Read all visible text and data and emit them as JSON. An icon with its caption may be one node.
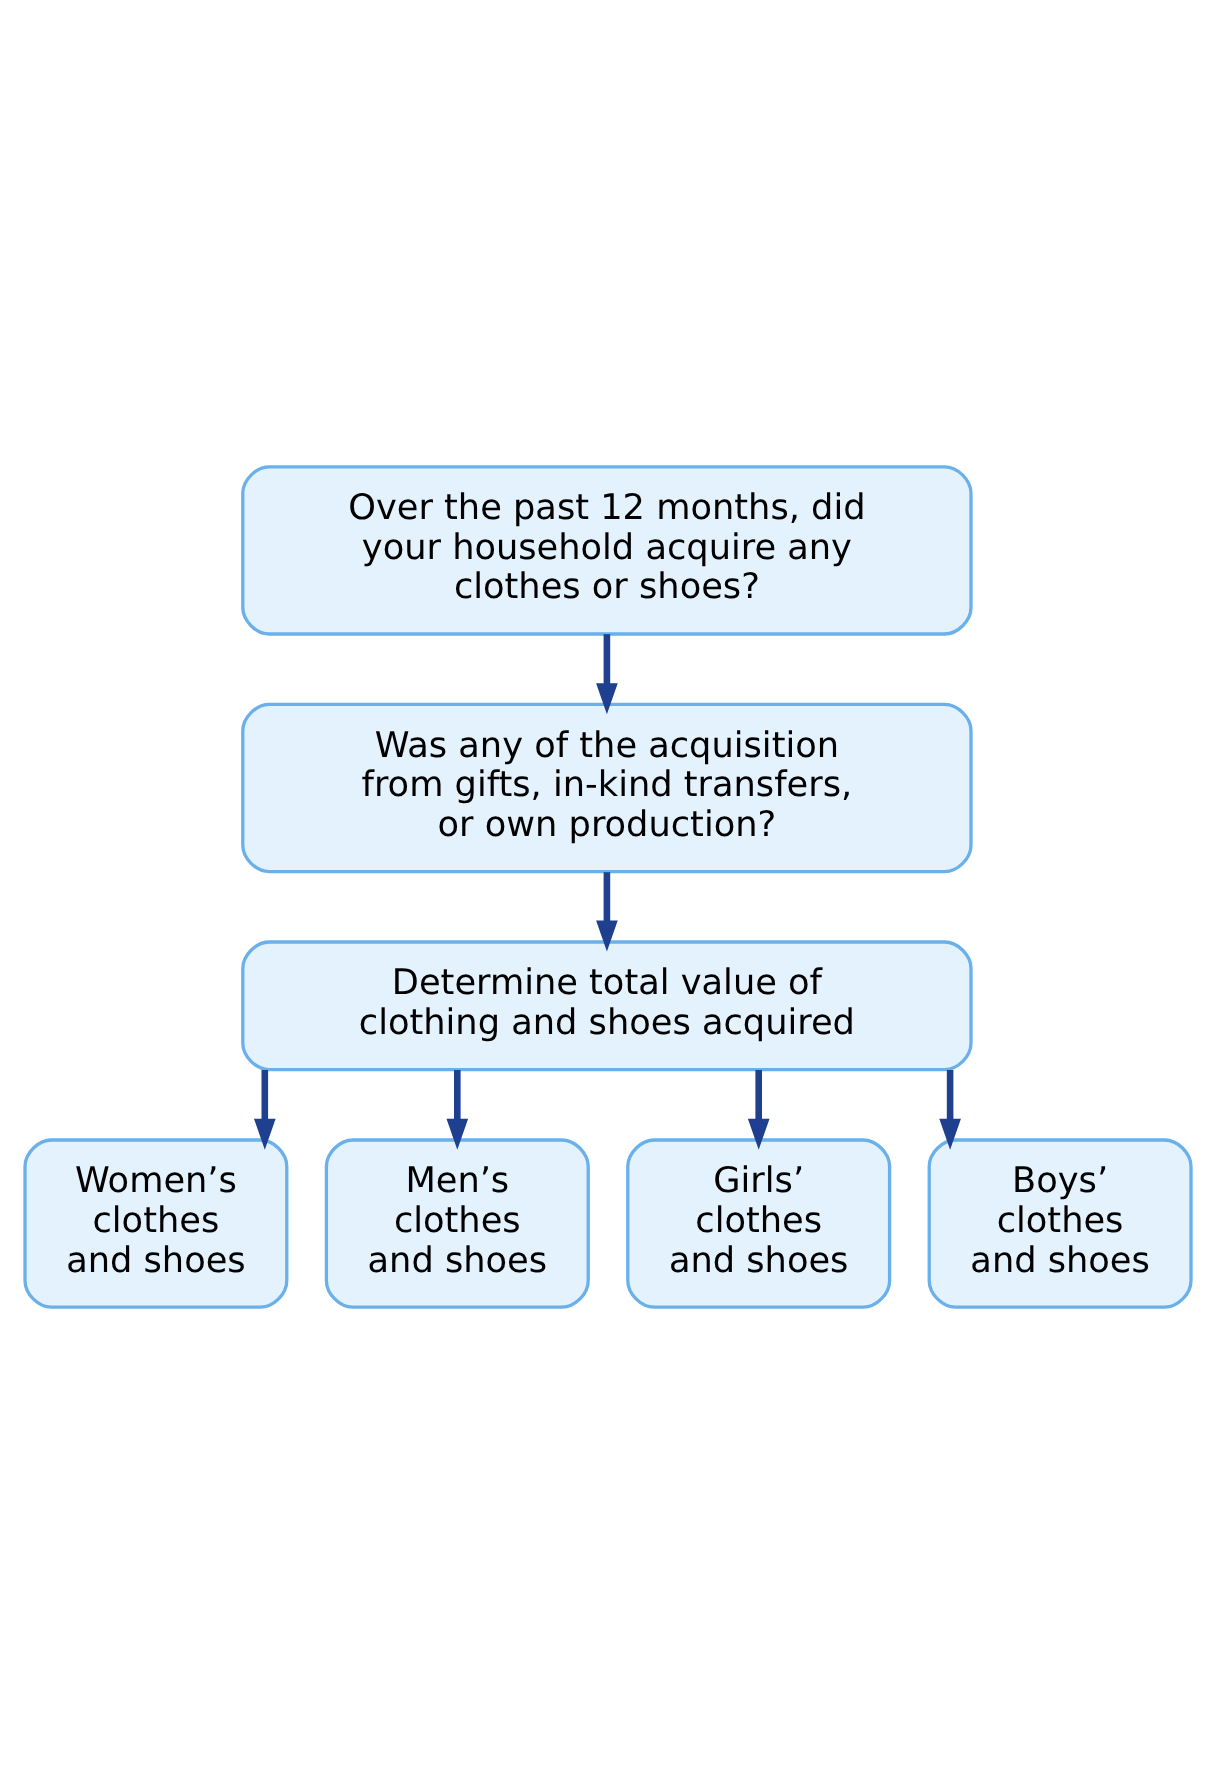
{
  "diagram": {
    "nodes": [
      {
        "text": [
          "Over the past 12 months, did your household acquire any clothes or shoes?"
        ]
      },
      {
        "text": [
          "Was any of the acquisition from gifts, in-kind transfers, or own production?"
        ]
      },
      {
        "text": [
          "Determine total value of clothing and shoes acquired"
        ]
      },
      {
        "text": [
          "Women’s clothes and shoes"
        ]
      },
      {
        "text": [
          "Men’s clothes and shoes"
        ]
      },
      {
        "text": [
          "Girls’ clothes and shoes"
        ]
      },
      {
        "text": [
          "Boys’ clothes and shoes"
        ]
      }
    ],
    "edges": [
      {
        "from": 0,
        "to": 1,
        "arrow": "to"
      },
      {
        "from": 1,
        "to": 2,
        "arrow": "to"
      },
      {
        "from": 2,
        "to": 3,
        "arrow": "to"
      },
      {
        "from": 2,
        "to": 4,
        "arrow": "to"
      },
      {
        "from": 2,
        "to": 5,
        "arrow": "to"
      },
      {
        "from": 2,
        "to": 6,
        "arrow": "to"
      }
    ]
  }
}
